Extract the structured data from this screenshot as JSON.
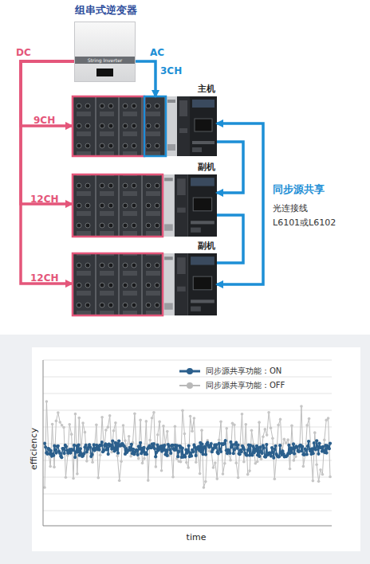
{
  "diagram": {
    "nodes": [
      {
        "text": [
          "组串式逆变器",
          "String Inverter"
        ]
      },
      {
        "text": [
          "主机"
        ]
      },
      {
        "text": [
          "副机"
        ]
      },
      {
        "text": [
          "副机"
        ]
      }
    ],
    "edges": [
      {
        "from": 0,
        "to": 1,
        "label": "9CH",
        "arrow": "to"
      },
      {
        "from": 0,
        "to": 2,
        "label": "12CH",
        "arrow": "to"
      },
      {
        "from": 0,
        "to": 3,
        "label": "12CH",
        "arrow": "to"
      },
      {
        "from": 0,
        "to": 1,
        "label": "3CH",
        "arrow": "to"
      },
      {
        "from": 1,
        "to": 2,
        "arrow": "to"
      },
      {
        "from": 2,
        "to": 3,
        "arrow": "none"
      },
      {
        "from": 1,
        "to": 3,
        "arrow": "both"
      }
    ],
    "labels": [
      "DC",
      "AC",
      "同步源共享",
      "光连接线",
      "L6101或L6102",
      "efficiency",
      "time"
    ],
    "legend": [
      {
        "text": "同步源共享功能：ON"
      },
      {
        "text": "同步源共享功能：OFF"
      }
    ]
  }
}
